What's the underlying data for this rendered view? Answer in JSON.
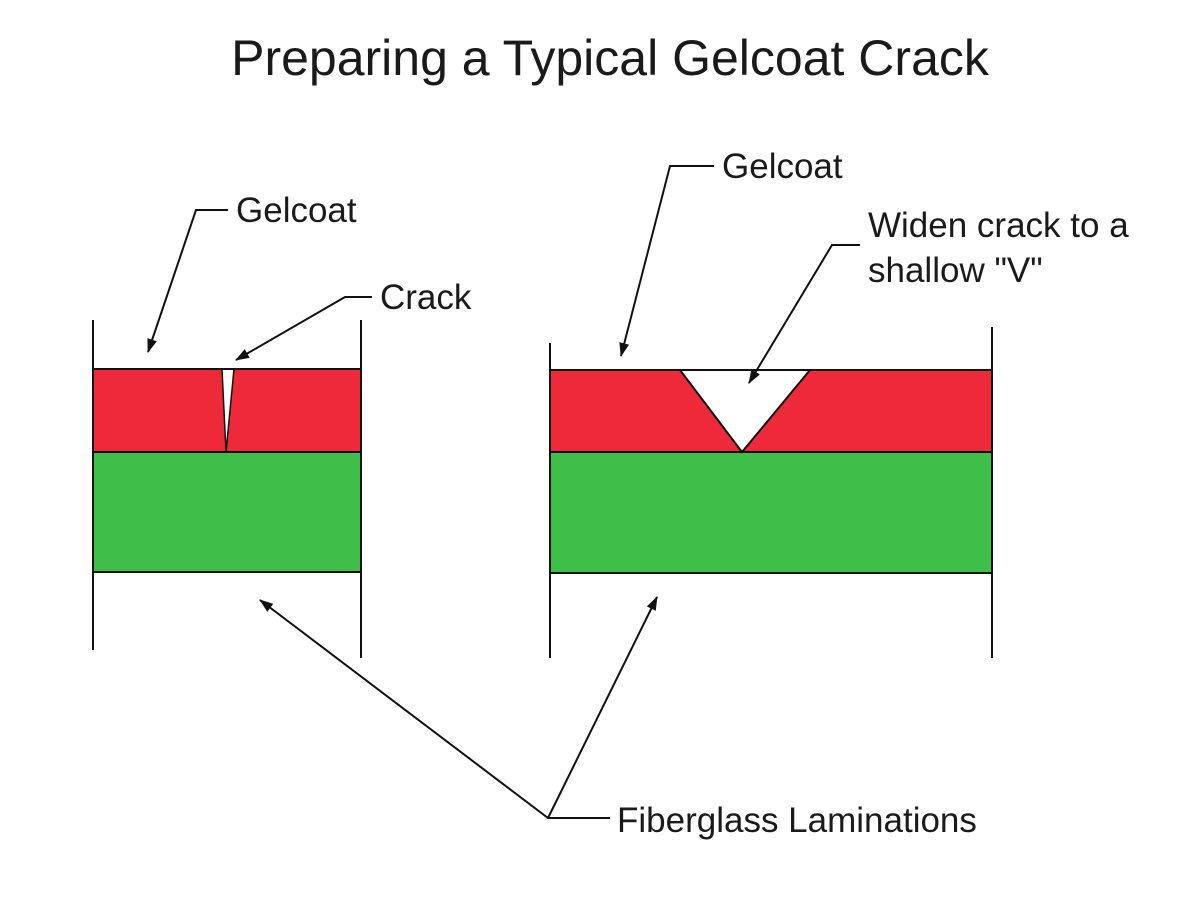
{
  "title": "Preparing a Typical Gelcoat Crack",
  "colors": {
    "gelcoat": "#ee2a3a",
    "fiberglass": "#3fbf4a",
    "outline": "#111111",
    "background": "#ffffff"
  },
  "left_panel": {
    "gelcoat_label": "Gelcoat",
    "crack_label": "Crack"
  },
  "right_panel": {
    "gelcoat_label": "Gelcoat",
    "widen_label_line1": "Widen crack to a",
    "widen_label_line2": "shallow \"V\""
  },
  "bottom_label": "Fiberglass Laminations"
}
